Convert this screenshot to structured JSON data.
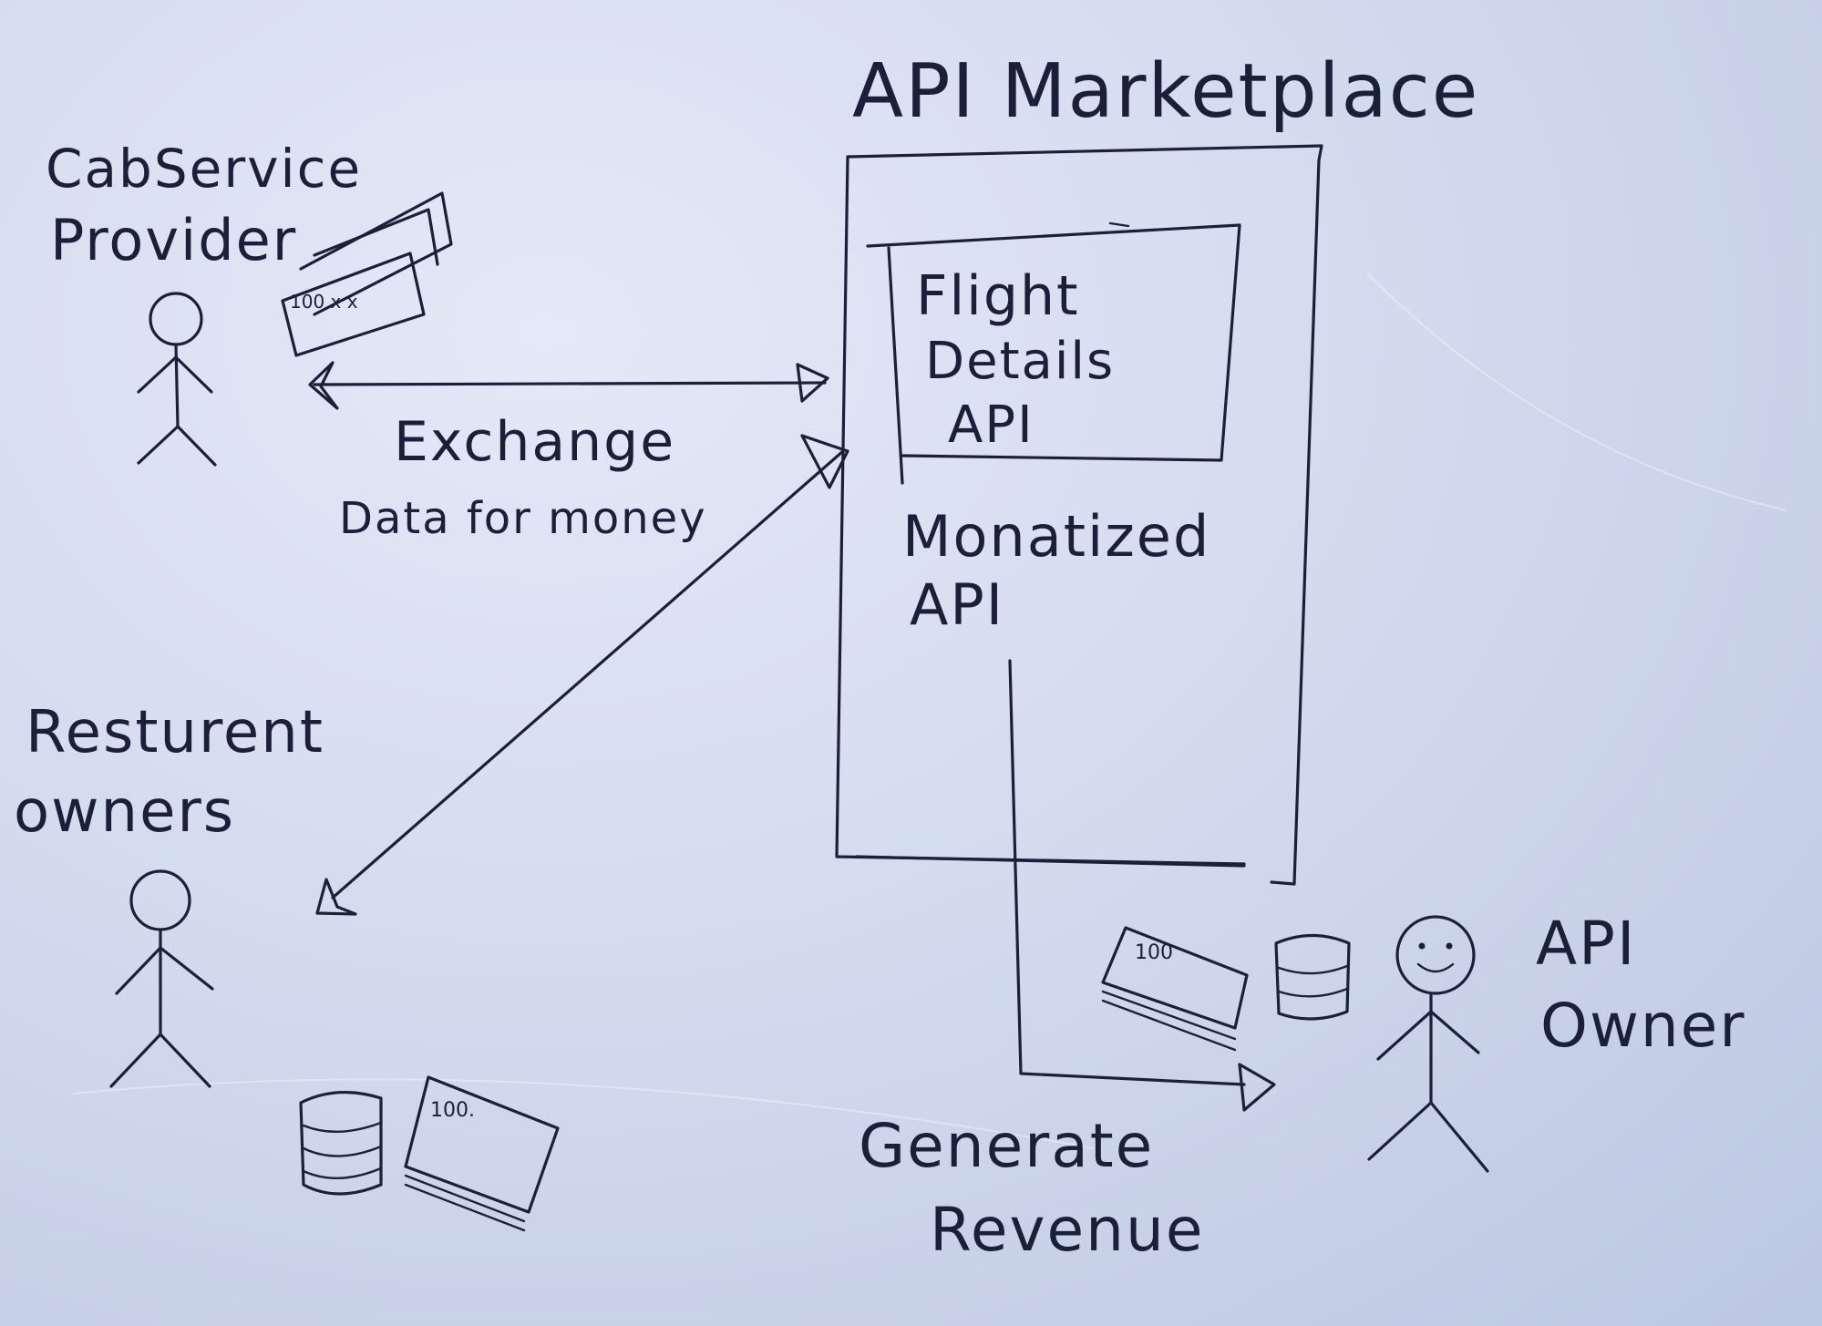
{
  "labels": {
    "marketplace_title": "API Marketplace",
    "flight_api_line1": "Flight",
    "flight_api_line2": "Details",
    "flight_api_line3": "API",
    "monetized_line1": "Monatized",
    "monetized_line2": "API",
    "cab_line1": "CabService",
    "cab_line2": "Provider",
    "restaurant_line1": "Resturent",
    "restaurant_line2": "owners",
    "api_owner_line1": "API",
    "api_owner_line2": "Owner",
    "exchange_line1": "Exchange",
    "exchange_line2": "Data for money",
    "revenue_line1": "Generate",
    "revenue_line2": "Revenue"
  },
  "money_notes": {
    "cab_bill": "100 x x",
    "owner_bill": "100",
    "restaurant_bill": "100."
  },
  "colors": {
    "ink": "#1c1f3a",
    "paper": "#d3dbef"
  }
}
